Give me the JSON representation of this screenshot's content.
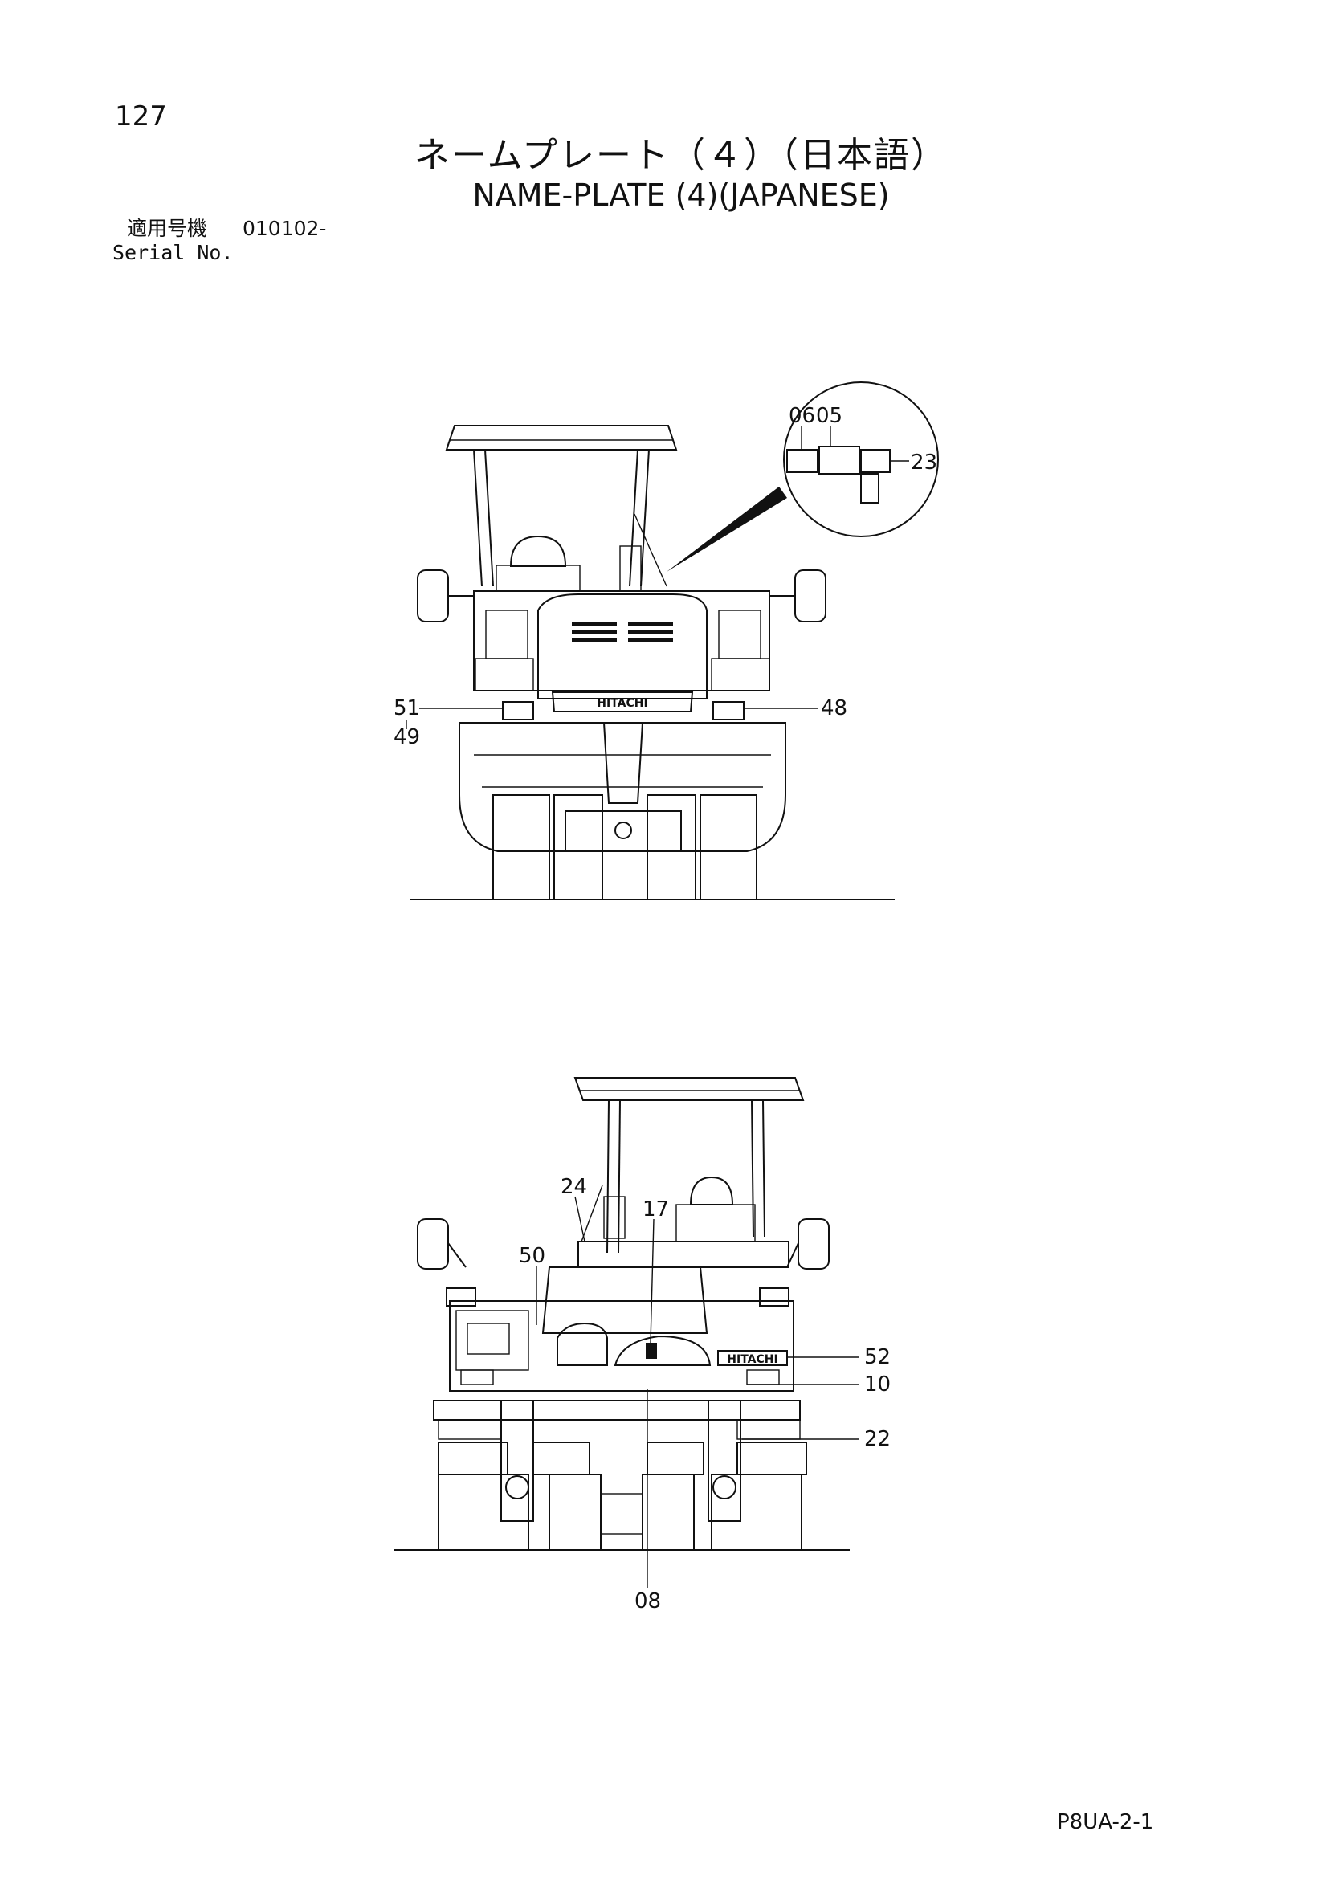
{
  "page_number": "127",
  "title_jp": "ネームプレート（４）（日本語）",
  "title_en": "NAME-PLATE (4)(JAPANESE)",
  "serial": {
    "label_jp": "適用号機",
    "value": "010102-",
    "label_en": "Serial No."
  },
  "brand_text": "HITACHI",
  "front_view": {
    "callouts": [
      "06",
      "05",
      "23",
      "51",
      "49",
      "48"
    ]
  },
  "rear_view": {
    "callouts": [
      "24",
      "17",
      "50",
      "52",
      "10",
      "22",
      "08"
    ]
  },
  "doc_code": "P8UA-2-1"
}
